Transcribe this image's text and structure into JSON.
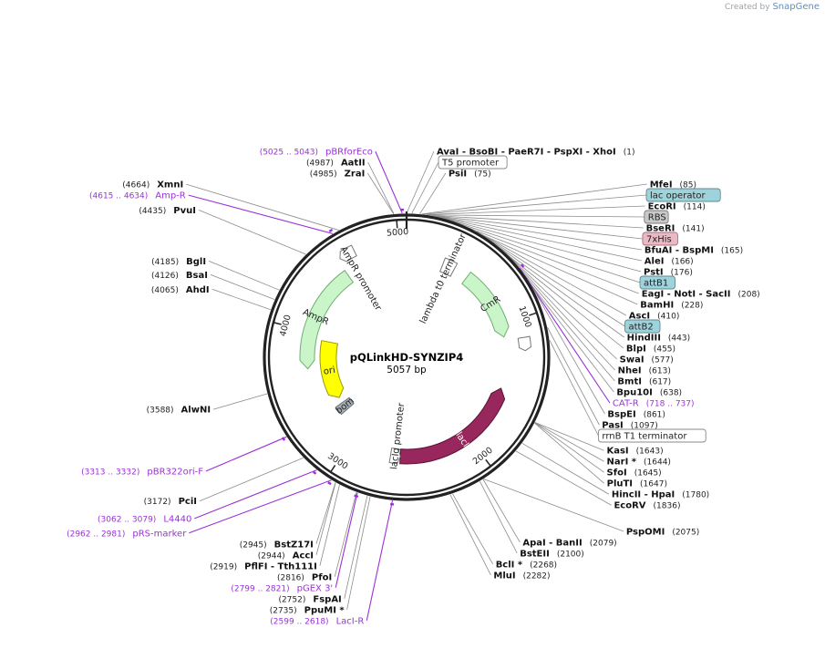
{
  "brand": {
    "created_by": "Created by",
    "product": "SnapGene"
  },
  "plasmid": {
    "name": "pQLinkHD-SYNZIP4",
    "size": "5057 bp",
    "length": 5057
  },
  "ticks": [
    {
      "pos": 1000,
      "label": "1000"
    },
    {
      "pos": 2000,
      "label": "2000"
    },
    {
      "pos": 3000,
      "label": "3000"
    },
    {
      "pos": 4000,
      "label": "4000"
    },
    {
      "pos": 5000,
      "label": "5000"
    }
  ],
  "sites": [
    {
      "pos": 1,
      "name": "AvaI  -  BsoBI  -  PaeR7I  -  PspXI  -  XhoI",
      "coord": "(1)"
    },
    {
      "pos": 75,
      "name": "PsiI",
      "coord": "(75)"
    },
    {
      "pos": 85,
      "name": "MfeI",
      "coord": "(85)"
    },
    {
      "pos": 114,
      "name": "EcoRI",
      "coord": "(114)"
    },
    {
      "pos": 141,
      "name": "BseRI",
      "coord": "(141)"
    },
    {
      "pos": 165,
      "name": "BfuAI  -  BspMI",
      "coord": "(165)"
    },
    {
      "pos": 166,
      "name": "AleI",
      "coord": "(166)"
    },
    {
      "pos": 176,
      "name": "PstI",
      "coord": "(176)"
    },
    {
      "pos": 208,
      "name": "EagI  -  NotI  -  SacII",
      "coord": "(208)"
    },
    {
      "pos": 228,
      "name": "BamHI",
      "coord": "(228)"
    },
    {
      "pos": 410,
      "name": "AscI",
      "coord": "(410)"
    },
    {
      "pos": 443,
      "name": "HindIII",
      "coord": "(443)"
    },
    {
      "pos": 455,
      "name": "BlpI",
      "coord": "(455)"
    },
    {
      "pos": 577,
      "name": "SwaI",
      "coord": "(577)"
    },
    {
      "pos": 613,
      "name": "NheI",
      "coord": "(613)"
    },
    {
      "pos": 617,
      "name": "BmtI",
      "coord": "(617)"
    },
    {
      "pos": 638,
      "name": "Bpu10I",
      "coord": "(638)"
    },
    {
      "pos": 861,
      "name": "BspEI",
      "coord": "(861)"
    },
    {
      "pos": 1097,
      "name": "PasI",
      "coord": "(1097)"
    },
    {
      "pos": 1643,
      "name": "KasI",
      "coord": "(1643)"
    },
    {
      "pos": 1644,
      "name": "NarI *",
      "coord": "(1644)"
    },
    {
      "pos": 1645,
      "name": "SfoI",
      "coord": "(1645)"
    },
    {
      "pos": 1647,
      "name": "PluTI",
      "coord": "(1647)"
    },
    {
      "pos": 1780,
      "name": "HincII  -  HpaI",
      "coord": "(1780)"
    },
    {
      "pos": 1836,
      "name": "EcoRV",
      "coord": "(1836)"
    },
    {
      "pos": 2075,
      "name": "PspOMI",
      "coord": "(2075)"
    },
    {
      "pos": 2079,
      "name": "ApaI  -  BanII",
      "coord": "(2079)"
    },
    {
      "pos": 2100,
      "name": "BstEII",
      "coord": "(2100)"
    },
    {
      "pos": 2268,
      "name": "BclI *",
      "coord": "(2268)"
    },
    {
      "pos": 2282,
      "name": "MluI",
      "coord": "(2282)"
    },
    {
      "pos": 2735,
      "name": "PpuMI *",
      "coord": "(2735)"
    },
    {
      "pos": 2752,
      "name": "FspAI",
      "coord": "(2752)"
    },
    {
      "pos": 2816,
      "name": "PfoI",
      "coord": "(2816)"
    },
    {
      "pos": 2919,
      "name": "PflFI  -  Tth111I",
      "coord": "(2919)"
    },
    {
      "pos": 2944,
      "name": "AccI",
      "coord": "(2944)"
    },
    {
      "pos": 2945,
      "name": "BstZ17I",
      "coord": "(2945)"
    },
    {
      "pos": 3172,
      "name": "PciI",
      "coord": "(3172)"
    },
    {
      "pos": 3588,
      "name": "AlwNI",
      "coord": "(3588)"
    },
    {
      "pos": 4065,
      "name": "AhdI",
      "coord": "(4065)"
    },
    {
      "pos": 4126,
      "name": "BsaI",
      "coord": "(4126)"
    },
    {
      "pos": 4185,
      "name": "BglI",
      "coord": "(4185)"
    },
    {
      "pos": 4435,
      "name": "PvuI",
      "coord": "(4435)"
    },
    {
      "pos": 4664,
      "name": "XmnI",
      "coord": "(4664)"
    },
    {
      "pos": 4985,
      "name": "ZraI",
      "coord": "(4985)"
    },
    {
      "pos": 4987,
      "name": "AatII",
      "coord": "(4987)"
    }
  ],
  "boxes": [
    {
      "pos": 30,
      "label": "T5 promoter",
      "fill": "#ffffff",
      "stroke": "#888888"
    },
    {
      "pos": 95,
      "label": "lac operator",
      "fill": "#9fd3dc",
      "stroke": "#5c8a94"
    },
    {
      "pos": 125,
      "label": "RBS",
      "fill": "#c8c8c8",
      "stroke": "#7a7a7a"
    },
    {
      "pos": 150,
      "label": "7xHis",
      "fill": "#e9b9c4",
      "stroke": "#a5707c"
    },
    {
      "pos": 190,
      "label": "attB1",
      "fill": "#9fd3dc",
      "stroke": "#5c8a94"
    },
    {
      "pos": 430,
      "label": "attB2",
      "fill": "#9fd3dc",
      "stroke": "#5c8a94"
    },
    {
      "pos": 1170,
      "label": "rrnB T1 terminator",
      "fill": "#ffffff",
      "stroke": "#888888"
    }
  ],
  "primers": [
    {
      "start": 5025,
      "end": 5043,
      "label": "pBRforEco",
      "range": "(5025 .. 5043)"
    },
    {
      "start": 4615,
      "end": 4634,
      "label": "Amp-R",
      "range": "(4615 .. 4634)"
    },
    {
      "start": 718,
      "end": 737,
      "label": "CAT-R",
      "range": "(718 .. 737)"
    },
    {
      "start": 3313,
      "end": 3332,
      "label": "pBR322ori-F",
      "range": "(3313 .. 3332)"
    },
    {
      "start": 3062,
      "end": 3079,
      "label": "L4440",
      "range": "(3062 .. 3079)"
    },
    {
      "start": 2962,
      "end": 2981,
      "label": "pRS-marker",
      "range": "(2962 .. 2981)"
    },
    {
      "start": 2799,
      "end": 2821,
      "label": "pGEX 3'",
      "range": "(2799 .. 2821)"
    },
    {
      "start": 2599,
      "end": 2618,
      "label": "LacI-R",
      "range": "(2599 .. 2618)"
    }
  ],
  "features": [
    {
      "id": "ampr",
      "label": "AmpR",
      "start": 3700,
      "end": 4560,
      "ring": 2,
      "dir": -1,
      "fill": "#c9f5c9",
      "stroke": "#6fae6f"
    },
    {
      "id": "amprprom",
      "label": "AmpR promoter",
      "start": 4580,
      "end": 4690,
      "ring": 1,
      "dir": -1,
      "fill": "#ffffff",
      "stroke": "#777777"
    },
    {
      "id": "ori",
      "label": "ori",
      "start": 3360,
      "end": 3950,
      "ring": 3,
      "dir": -1,
      "fill": "#ffff00",
      "stroke": "#9a9a00"
    },
    {
      "id": "bom",
      "label": "bom",
      "start": 3215,
      "end": 3300,
      "ring": 3,
      "dir": 0,
      "fill": "#a8aeb6",
      "stroke": "#66707a"
    },
    {
      "id": "laci",
      "label": "lacI",
      "start": 1520,
      "end": 2580,
      "ring": 2,
      "dir": -1,
      "fill": "#97275c",
      "stroke": "#5a1237"
    },
    {
      "id": "laciqprom",
      "label": "lacIq promoter",
      "start": 2580,
      "end": 2660,
      "ring": 2,
      "dir": -1,
      "fill": "#ffffff",
      "stroke": "#777777"
    },
    {
      "id": "cmr",
      "label": "CmR",
      "start": 520,
      "end": 1100,
      "ring": 2,
      "dir": 1,
      "fill": "#c9f5c9",
      "stroke": "#6fae6f"
    },
    {
      "id": "lambdat0",
      "label": "lambda t0 terminator",
      "start": 300,
      "end": 400,
      "ring": 2,
      "dir": 0,
      "fill": "#ffffff",
      "stroke": "#777777"
    },
    {
      "id": "rrnbt1",
      "label": "",
      "start": 1130,
      "end": 1220,
      "ring": 1,
      "dir": 1,
      "fill": "#ffffff",
      "stroke": "#777777"
    }
  ]
}
